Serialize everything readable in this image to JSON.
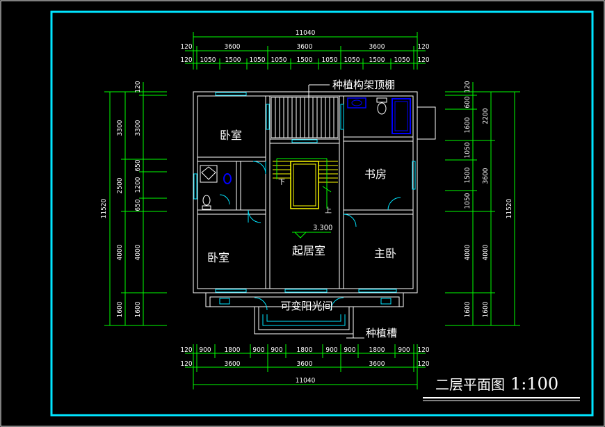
{
  "drawing": {
    "title": "二层平面图",
    "scale": "1:100",
    "elevation": "3.300"
  },
  "rooms": {
    "bedroom_top": "卧室",
    "bedroom_bottom": "卧室",
    "study": "书房",
    "living": "起居室",
    "master": "主卧",
    "sunroom": "可变阳光间"
  },
  "labels": {
    "pergola": "种植构架顶棚",
    "planter": "种植槽",
    "stair_down": "下",
    "stair_up": "上"
  },
  "dims_top": {
    "overall": "11040",
    "row2": [
      "120",
      "3600",
      "3600",
      "3600",
      "120"
    ],
    "row3": [
      "120",
      "1050",
      "1500",
      "1050",
      "1050",
      "1500",
      "1050",
      "1050",
      "1500",
      "1050",
      "120"
    ]
  },
  "dims_bottom": {
    "row1": [
      "120",
      "900",
      "1800",
      "900",
      "900",
      "1800",
      "900",
      "900",
      "1800",
      "900",
      "120"
    ],
    "row2": [
      "120",
      "3600",
      "3600",
      "3600",
      "120"
    ],
    "overall": "11040"
  },
  "dims_left": {
    "overall": "11520",
    "col2": [
      "3300",
      "2500",
      "4000",
      "1600"
    ],
    "col3": [
      "120",
      "3300",
      "650",
      "1200",
      "650",
      "4000",
      "1600"
    ]
  },
  "dims_right": {
    "overall": "11520",
    "col2": [
      "2200",
      "3600",
      "4000",
      "1600"
    ],
    "col1": [
      "120",
      "600",
      "1600",
      "1050",
      "1500",
      "1050",
      "4000",
      "1600"
    ]
  }
}
